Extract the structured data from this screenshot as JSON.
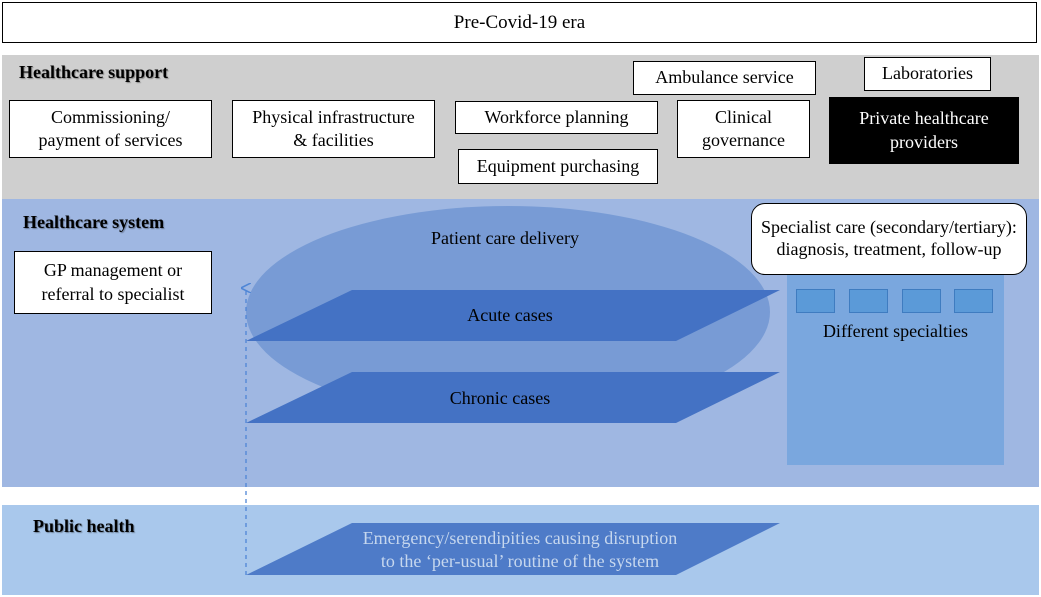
{
  "title": "Pre-Covid-19 era",
  "healthcare_support": {
    "label": "Healthcare support",
    "items": {
      "commissioning": [
        "Commissioning/",
        "payment of services"
      ],
      "infrastructure": [
        "Physical infrastructure",
        "& facilities"
      ],
      "workforce": "Workforce planning",
      "equipment": "Equipment purchasing",
      "ambulance": "Ambulance service",
      "clinical": [
        "Clinical",
        "governance"
      ],
      "laboratories": "Laboratories",
      "private": [
        "Private healthcare",
        "providers"
      ]
    }
  },
  "healthcare_system": {
    "label": "Healthcare system",
    "gp": [
      "GP management or",
      "referral to specialist"
    ],
    "patient_care": "Patient care delivery",
    "acute": "Acute cases",
    "chronic": "Chronic cases",
    "specialist": [
      "Specialist care",
      "(secondary/tertiary):",
      "diagnosis, treatment, follow-up"
    ],
    "specialties": "Different specialties"
  },
  "public_health": {
    "label": "Public health",
    "emergency": [
      "Emergency/serendipities causing disruption",
      "to the ‘per-usual’ routine of the system"
    ]
  },
  "colors": {
    "support_band": "#cfcfcf",
    "system_band": "#9fb7e2",
    "public_band": "#a9c8ec",
    "ellipse": "#7196d2",
    "parallelogram": "#4472c4",
    "specialty_panel": "#7aa7de"
  }
}
